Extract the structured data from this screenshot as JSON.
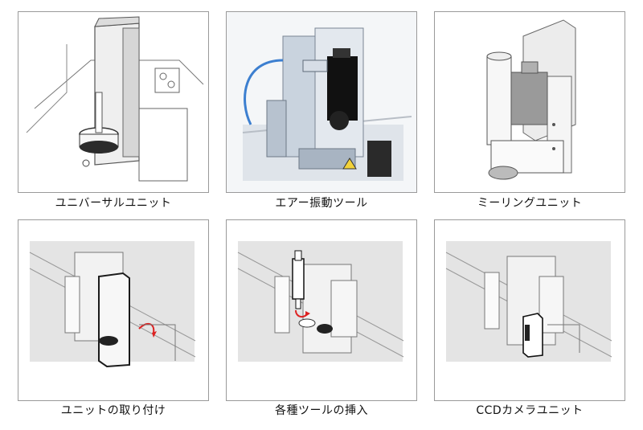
{
  "captions": [
    "ユニバーサルユニット",
    "エアー振動ツール",
    "ミーリングユニット",
    "ユニットの取り付け",
    "各種ツールの挿入",
    "CCDカメラユニット"
  ]
}
